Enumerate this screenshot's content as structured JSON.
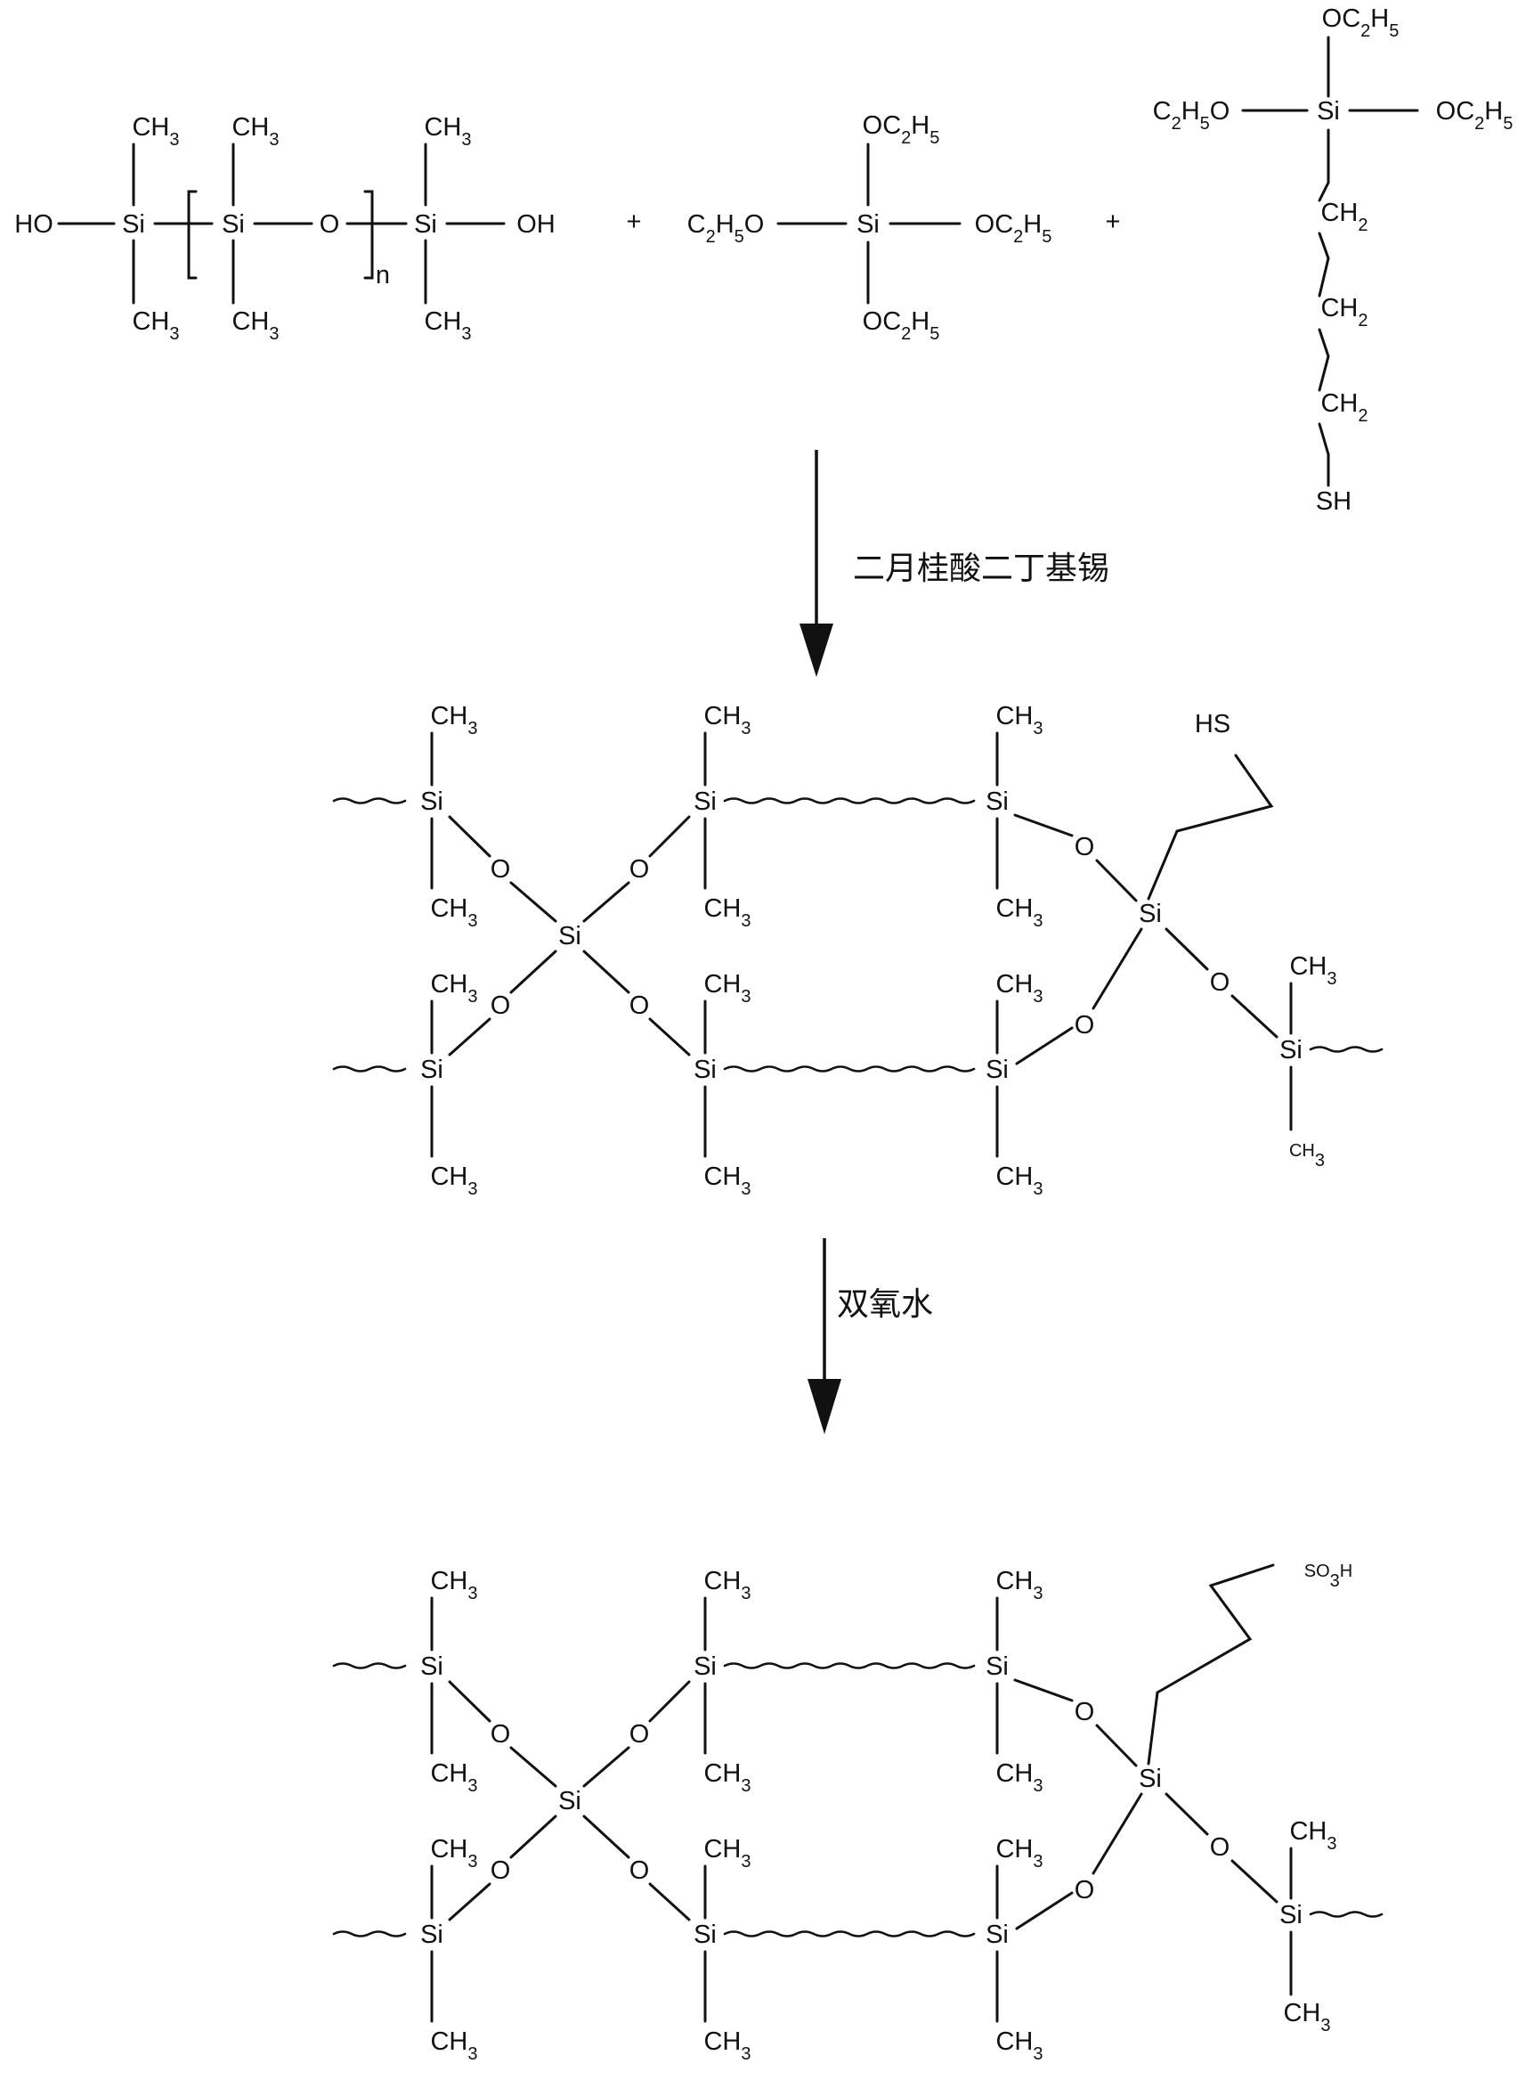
{
  "reactants": {
    "pdms": {
      "ho_left": "HO",
      "si": "Si",
      "o": "O",
      "methyl_base": "CH",
      "methyl_sub": "3",
      "oh_right": "OH",
      "repeat_index": "n"
    },
    "plus_1": "+",
    "teos": {
      "ethoxy_base": "C",
      "ethoxy_sub1": "2",
      "ethoxy_mid": "H",
      "ethoxy_sub2": "5",
      "o": "O",
      "si": "Si"
    },
    "plus_2": "+",
    "mptes": {
      "si": "Si",
      "ch2_base": "CH",
      "ch2_sub": "2",
      "thiol": "SH"
    }
  },
  "step1": {
    "catalyst": "二月桂酸二丁基锡"
  },
  "intermediate": {
    "si": "Si",
    "o": "O",
    "methyl_base": "CH",
    "methyl_sub": "3",
    "thiol": "HS"
  },
  "step2": {
    "reagent": "双氧水"
  },
  "product": {
    "si": "Si",
    "o": "O",
    "methyl_base": "CH",
    "methyl_sub": "3",
    "sulfonic_base": "SO",
    "sulfonic_sub": "3",
    "sulfonic_h": "H"
  }
}
